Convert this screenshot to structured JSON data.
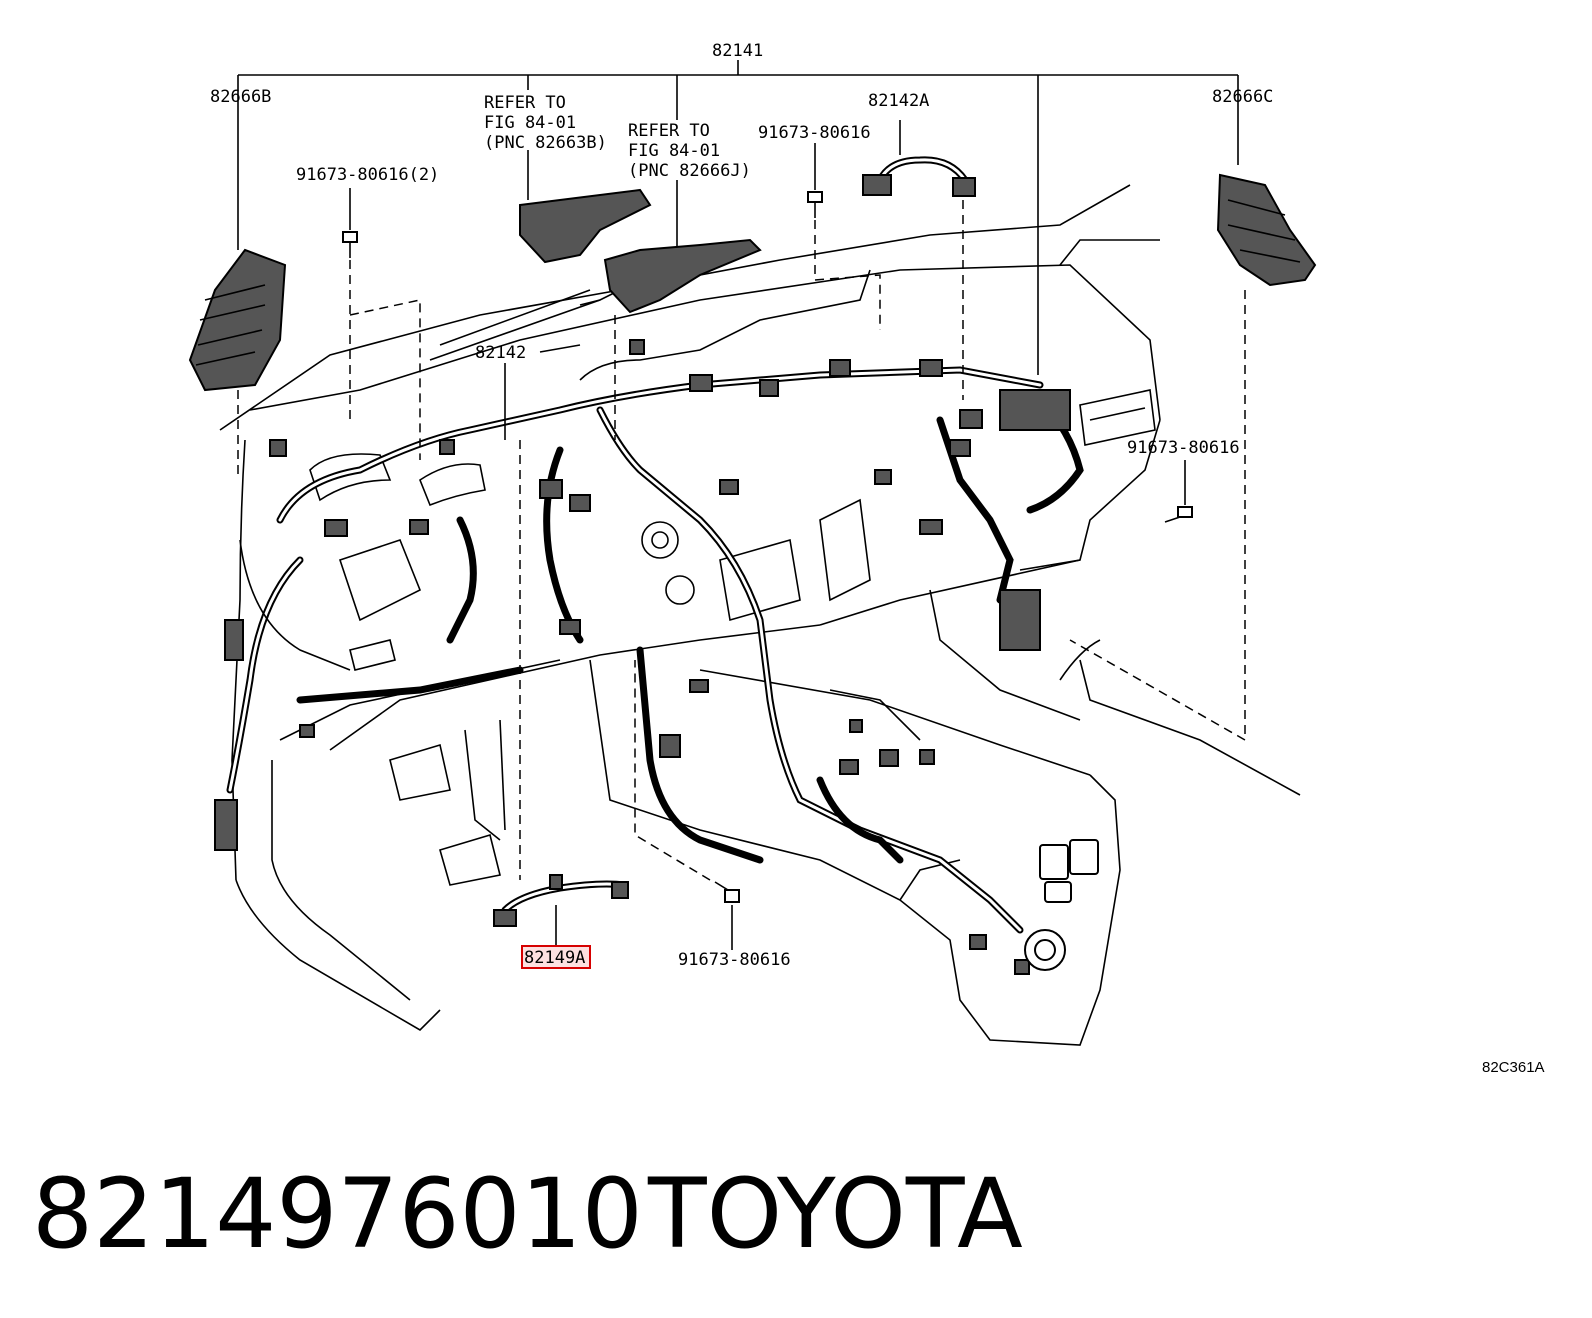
{
  "diagram": {
    "labels": {
      "harness_main": "82141",
      "junction_left": "82666B",
      "junction_right": "82666C",
      "refer_a_line1": "REFER TO",
      "refer_a_line2": "FIG 84-01",
      "refer_a_line3": "(PNC 82663B)",
      "refer_b_line1": "REFER TO",
      "refer_b_line2": "FIG 84-01",
      "refer_b_line3": "(PNC 82666J)",
      "bolt_top_center": "91673-80616",
      "wire_top": "82142A",
      "bolt_left": "91673-80616(2)",
      "harness_mid": "82142",
      "bolt_right": "91673-80616",
      "bolt_bottom": "91673-80616",
      "highlighted_part": "82149A"
    },
    "figure_code": "82C361A"
  },
  "caption": {
    "part_number": "8214976010",
    "brand": "TOYOTA"
  },
  "colors": {
    "highlight_border": "#d60000",
    "highlight_fill": "#fde0e0"
  }
}
